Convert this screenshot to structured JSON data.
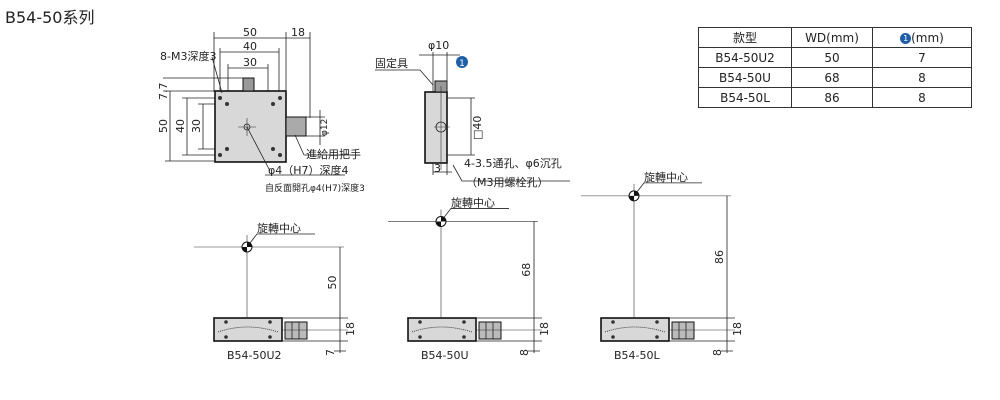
{
  "title": "B54-50系列",
  "top_view": {
    "dim_50": "50",
    "dim_40": "40",
    "dim_30": "30",
    "dim_18": "18",
    "dim_7_7": "7.7",
    "dim_v50": "50",
    "dim_v40": "40",
    "dim_v30": "30",
    "dim_phi12": "φ12",
    "label_m3": "8-M3深度3",
    "label_handle": "進給用把手",
    "label_hole": "φ4（H7）深度4",
    "label_back": "自反面開孔φ4(H7)深度3"
  },
  "side_view": {
    "dim_phi10": "φ10",
    "label_fixture": "固定具",
    "badge": "1",
    "dim_sq40": "□40",
    "dim_3": "3",
    "label_holes": "4-3.5通孔、φ6沉孔",
    "label_bolt": "（M3用螺栓孔）"
  },
  "table": {
    "headers": [
      "款型",
      "WD(mm)",
      "(mm)"
    ],
    "header_badge": "1",
    "rows": [
      [
        "B54-50U2",
        "50",
        "7"
      ],
      [
        "B54-50U",
        "68",
        "8"
      ],
      [
        "B54-50L",
        "86",
        "8"
      ]
    ]
  },
  "units": [
    {
      "model": "B54-50U2",
      "wd": "50",
      "h": "18",
      "offset": "7",
      "center_label": "旋轉中心"
    },
    {
      "model": "B54-50U",
      "wd": "68",
      "h": "18",
      "offset": "8",
      "center_label": "旋轉中心"
    },
    {
      "model": "B54-50L",
      "wd": "86",
      "h": "18",
      "offset": "8",
      "center_label": "旋轉中心"
    }
  ]
}
